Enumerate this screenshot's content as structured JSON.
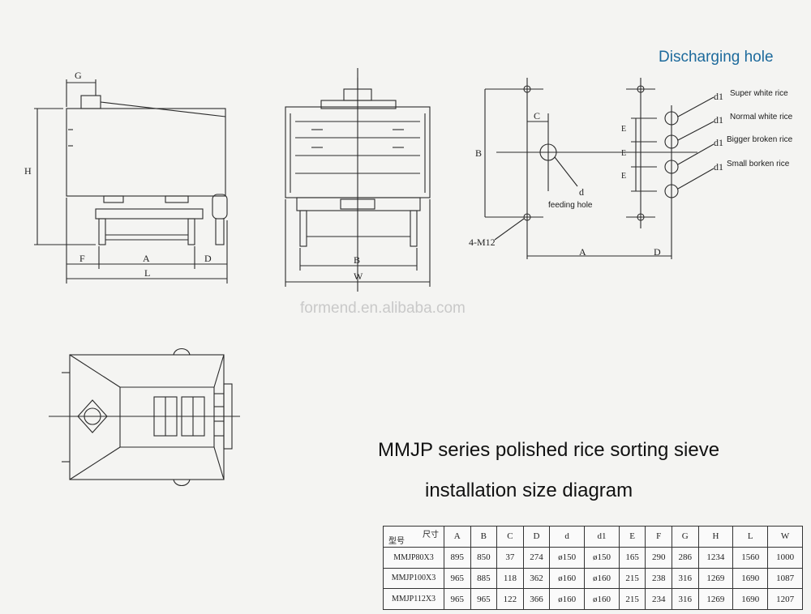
{
  "discharge_title": "Discharging hole",
  "hole_labels": {
    "super": "Super white rice",
    "normal": "Normal white rice",
    "bigger": "Bigger broken rice",
    "small": "Small borken rice",
    "feeding": "feeding hole"
  },
  "dims": {
    "G": "G",
    "H": "H",
    "F": "F",
    "A": "A",
    "D": "D",
    "L": "L",
    "B": "B",
    "W": "W",
    "C": "C",
    "d": "d",
    "d1": "d1",
    "E": "E",
    "m12": "4-M12"
  },
  "watermark": "formend.en.alibaba.com",
  "title_line1": "MMJP series polished rice sorting sieve",
  "title_line2": "installation size diagram",
  "table": {
    "corner_top": "尺寸",
    "corner_bottom": "型号",
    "headers": [
      "A",
      "B",
      "C",
      "D",
      "d",
      "d1",
      "E",
      "F",
      "G",
      "H",
      "L",
      "W"
    ],
    "rows": [
      {
        "model": "MMJP80X3",
        "values": [
          "895",
          "850",
          "37",
          "274",
          "ø150",
          "ø150",
          "165",
          "290",
          "286",
          "1234",
          "1560",
          "1000"
        ]
      },
      {
        "model": "MMJP100X3",
        "values": [
          "965",
          "885",
          "118",
          "362",
          "ø160",
          "ø160",
          "215",
          "238",
          "316",
          "1269",
          "1690",
          "1087"
        ]
      },
      {
        "model": "MMJP112X3",
        "values": [
          "965",
          "965",
          "122",
          "366",
          "ø160",
          "ø160",
          "215",
          "234",
          "316",
          "1269",
          "1690",
          "1207"
        ]
      }
    ]
  }
}
